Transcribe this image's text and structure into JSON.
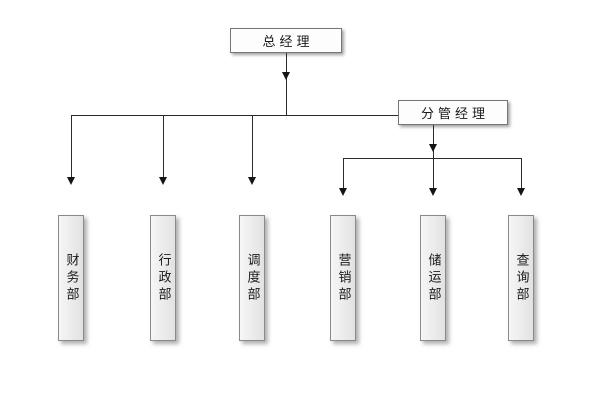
{
  "diagram": {
    "type": "org-chart",
    "nodes": {
      "general_manager": {
        "label": "总经理"
      },
      "deputy_manager": {
        "label": "分管经理"
      },
      "departments": [
        {
          "label": "财务部",
          "parent": "general_manager"
        },
        {
          "label": "行政部",
          "parent": "general_manager"
        },
        {
          "label": "调度部",
          "parent": "general_manager"
        },
        {
          "label": "营销部",
          "parent": "deputy_manager"
        },
        {
          "label": "储运部",
          "parent": "deputy_manager"
        },
        {
          "label": "查询部",
          "parent": "deputy_manager"
        }
      ]
    }
  }
}
